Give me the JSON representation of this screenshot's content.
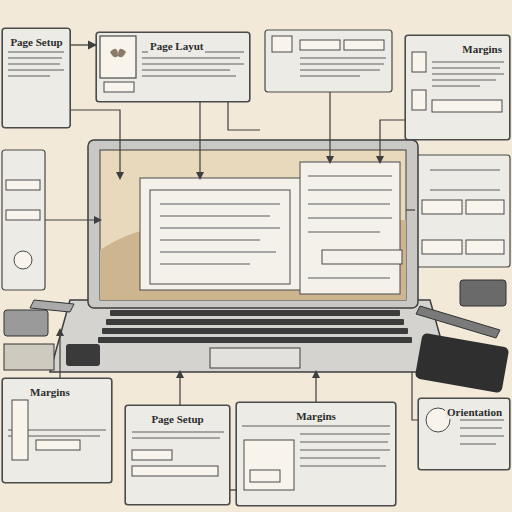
{
  "diagram": {
    "nodes": [
      {
        "text": [
          "Page Setup"
        ]
      },
      {
        "text": [
          "Page Layut"
        ]
      },
      {
        "text": [
          "Margins"
        ]
      },
      {
        "text": [
          "Margins"
        ]
      },
      {
        "text": [
          "Page Setup"
        ]
      },
      {
        "text": [
          "Margins"
        ]
      },
      {
        "text": [
          "Orientation"
        ]
      }
    ],
    "edges": [
      {
        "from": 0,
        "to": 1,
        "arrow": "to"
      },
      {
        "from": 4,
        "to": 5,
        "arrow": "none"
      }
    ]
  }
}
